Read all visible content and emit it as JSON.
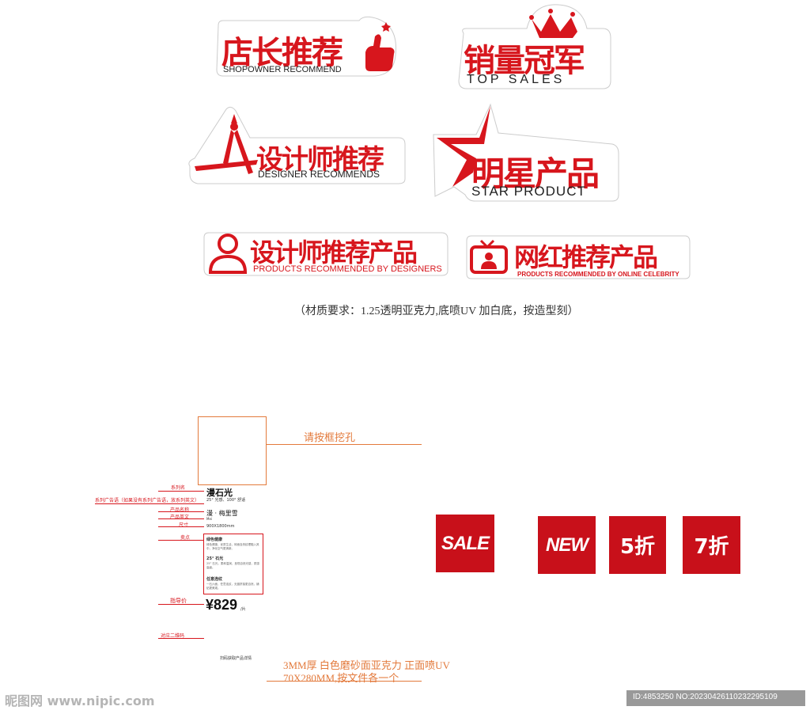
{
  "badges": {
    "shopowner": {
      "zh": "店长推荐",
      "en": "SHOPOWNER RECOMMEND"
    },
    "topsales": {
      "zh": "销量冠军",
      "en": "TOP SALES"
    },
    "designer": {
      "zh": "设计师推荐",
      "en": "DESIGNER RECOMMENDS"
    },
    "star": {
      "zh": "明星产品",
      "en": "STAR PRODUCT"
    },
    "designer_products": {
      "zh": "设计师推荐产品",
      "en": "PRODUCTS RECOMMENDED BY DESIGNERS"
    },
    "celebrity": {
      "zh": "网红推荐产品",
      "en": "PRODUCTS RECOMMENDED BY ONLINE CELEBRITY"
    }
  },
  "material_note": "（材质要求：1.25透明亚克力,底喷UV 加白底，按造型刻）",
  "cutout_note": "请按框挖孔",
  "label_card": {
    "labels": {
      "series_name": "系列名",
      "series_slogan": "系列广告语（如果没有系列广告语，放系列英文）",
      "product_name": "产品名称",
      "product_en": "产品英文",
      "size": "尺寸",
      "selling_points": "卖点",
      "guide_price": "指导价",
      "qr_code": "对应二维码"
    },
    "series_title": "漫石光",
    "series_sub": "25° 光感、100° 舒适",
    "product_name": "漫 · 梅里雪",
    "product_en": "Mei",
    "size": "900X1800mm",
    "points": [
      {
        "title": "绿色健康",
        "body": "绿色健康，优质生活，砖面自然纹理融入其中，净化空气更清新。"
      },
      {
        "title": "25° 石光",
        "body": "25° 石光，柔和温润，呈现自然光感，质感高级。"
      },
      {
        "title": "任意连纹",
        "body": "一石六面，任意连纹，无缝拼接更自然，铺贴更美观。"
      }
    ],
    "price": "¥829",
    "price_unit": "/片",
    "footer": "扫码获取产品详情"
  },
  "spec_note_1": "3MM厚 白色磨砂面亚克力 正面喷UV",
  "spec_note_2": "70X280MM,按文件各一个",
  "tags": [
    "SALE",
    "NEW",
    "5折",
    "7折"
  ],
  "watermark_left": "昵图网 www.nipic.com",
  "watermark_right": "ID:4853250 NO:20230426110232295109",
  "colors": {
    "brand_red": "#d7161d",
    "tag_red": "#c8101a",
    "orange": "#e37a3c"
  }
}
